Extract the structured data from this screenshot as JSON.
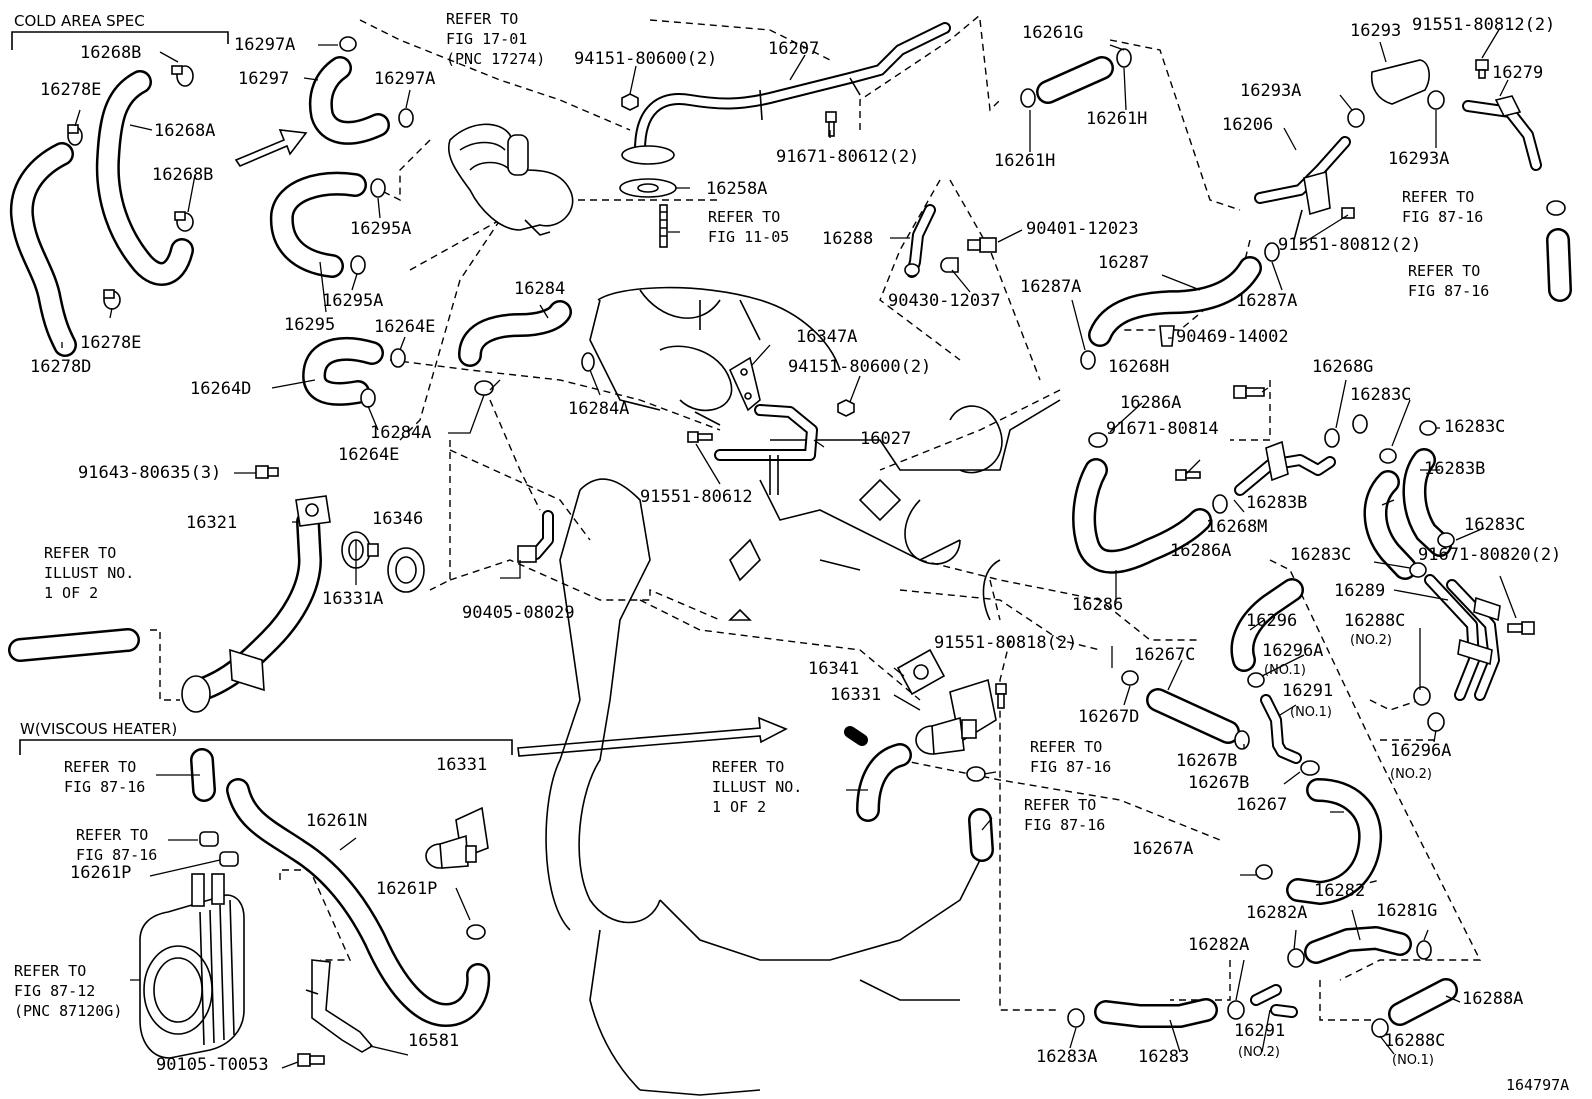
{
  "sections": {
    "cold_area": "COLD AREA SPEC",
    "viscous_heater": "W(VISCOUS HEATER)"
  },
  "figure_id": "164797A",
  "labels": [
    "16268B",
    "16278E",
    "16268A",
    "16268B",
    "16278E",
    "16278D",
    "16297A",
    "16297",
    "16297A",
    "16295A",
    "16295A",
    "16295",
    "16264E",
    "16264D",
    "16264E",
    "16284",
    "16284A",
    "16284A",
    "91643-80635(3)",
    "16321",
    "16346",
    "16331A",
    "90405-08029",
    "94151-80600(2)",
    "16207",
    "91671-80612(2)",
    "16258A",
    "16288",
    "90401-12023",
    "90430-12037",
    "16347A",
    "94151-80600(2)",
    "16027",
    "91551-80612",
    "16261G",
    "16261H",
    "16261H",
    "16293",
    "91551-80812(2)",
    "16279",
    "16293A",
    "16293A",
    "16206",
    "91551-80812(2)",
    "16287",
    "16287A",
    "16287A",
    "90469-14002",
    "16268H",
    "16268G",
    "16283C",
    "16283C",
    "16286A",
    "91671-80814",
    "16283B",
    "16283B",
    "16268M",
    "16283C",
    "16286A",
    "16283C",
    "91671-80820(2)",
    "16286",
    "16289",
    "16296",
    "16288C",
    "16296A",
    "91551-80818(2)",
    "16267C",
    "16341",
    "16331",
    "16267D",
    "16291",
    "16296A",
    "16267B",
    "16267B",
    "16267",
    "16267A",
    "16331",
    "16261N",
    "16261P",
    "16261P",
    "16581",
    "90105-T0053",
    "16282",
    "16282A",
    "16281G",
    "16282A",
    "16288A",
    "16283A",
    "16283",
    "16291",
    "16288C"
  ],
  "notes": [
    "(NO.1)",
    "(NO.1)",
    "(NO.2)",
    "(NO.2)",
    "(NO.2)",
    "(NO.1)"
  ],
  "refs": {
    "r1701_a": "REFER TO",
    "r1701_b": "FIG 17-01",
    "r1701_c": "(PNC 17274)",
    "r1105_a": "REFER TO",
    "r1105_b": "FIG 11-05",
    "r8716a_a": "REFER TO",
    "r8716a_b": "FIG 87-16",
    "r8716b_a": "REFER TO",
    "r8716b_b": "FIG 87-16",
    "illus1_a": "REFER TO",
    "illus1_b": "ILLUST NO.",
    "illus1_c": "1 OF 2",
    "illus2_a": "REFER TO",
    "illus2_b": "ILLUST NO.",
    "illus2_c": "1 OF 2",
    "r8716c_a": "REFER TO",
    "r8716c_b": "FIG 87-16",
    "r8716d_a": "REFER TO",
    "r8716d_b": "FIG 87-16",
    "r8716e_a": "REFER TO",
    "r8716e_b": "FIG 87-16",
    "r8716f_a": "REFER TO",
    "r8716f_b": "FIG 87-16",
    "r8712_a": "REFER TO",
    "r8712_b": "FIG 87-12",
    "r8712_c": "(PNC 87120G)"
  }
}
